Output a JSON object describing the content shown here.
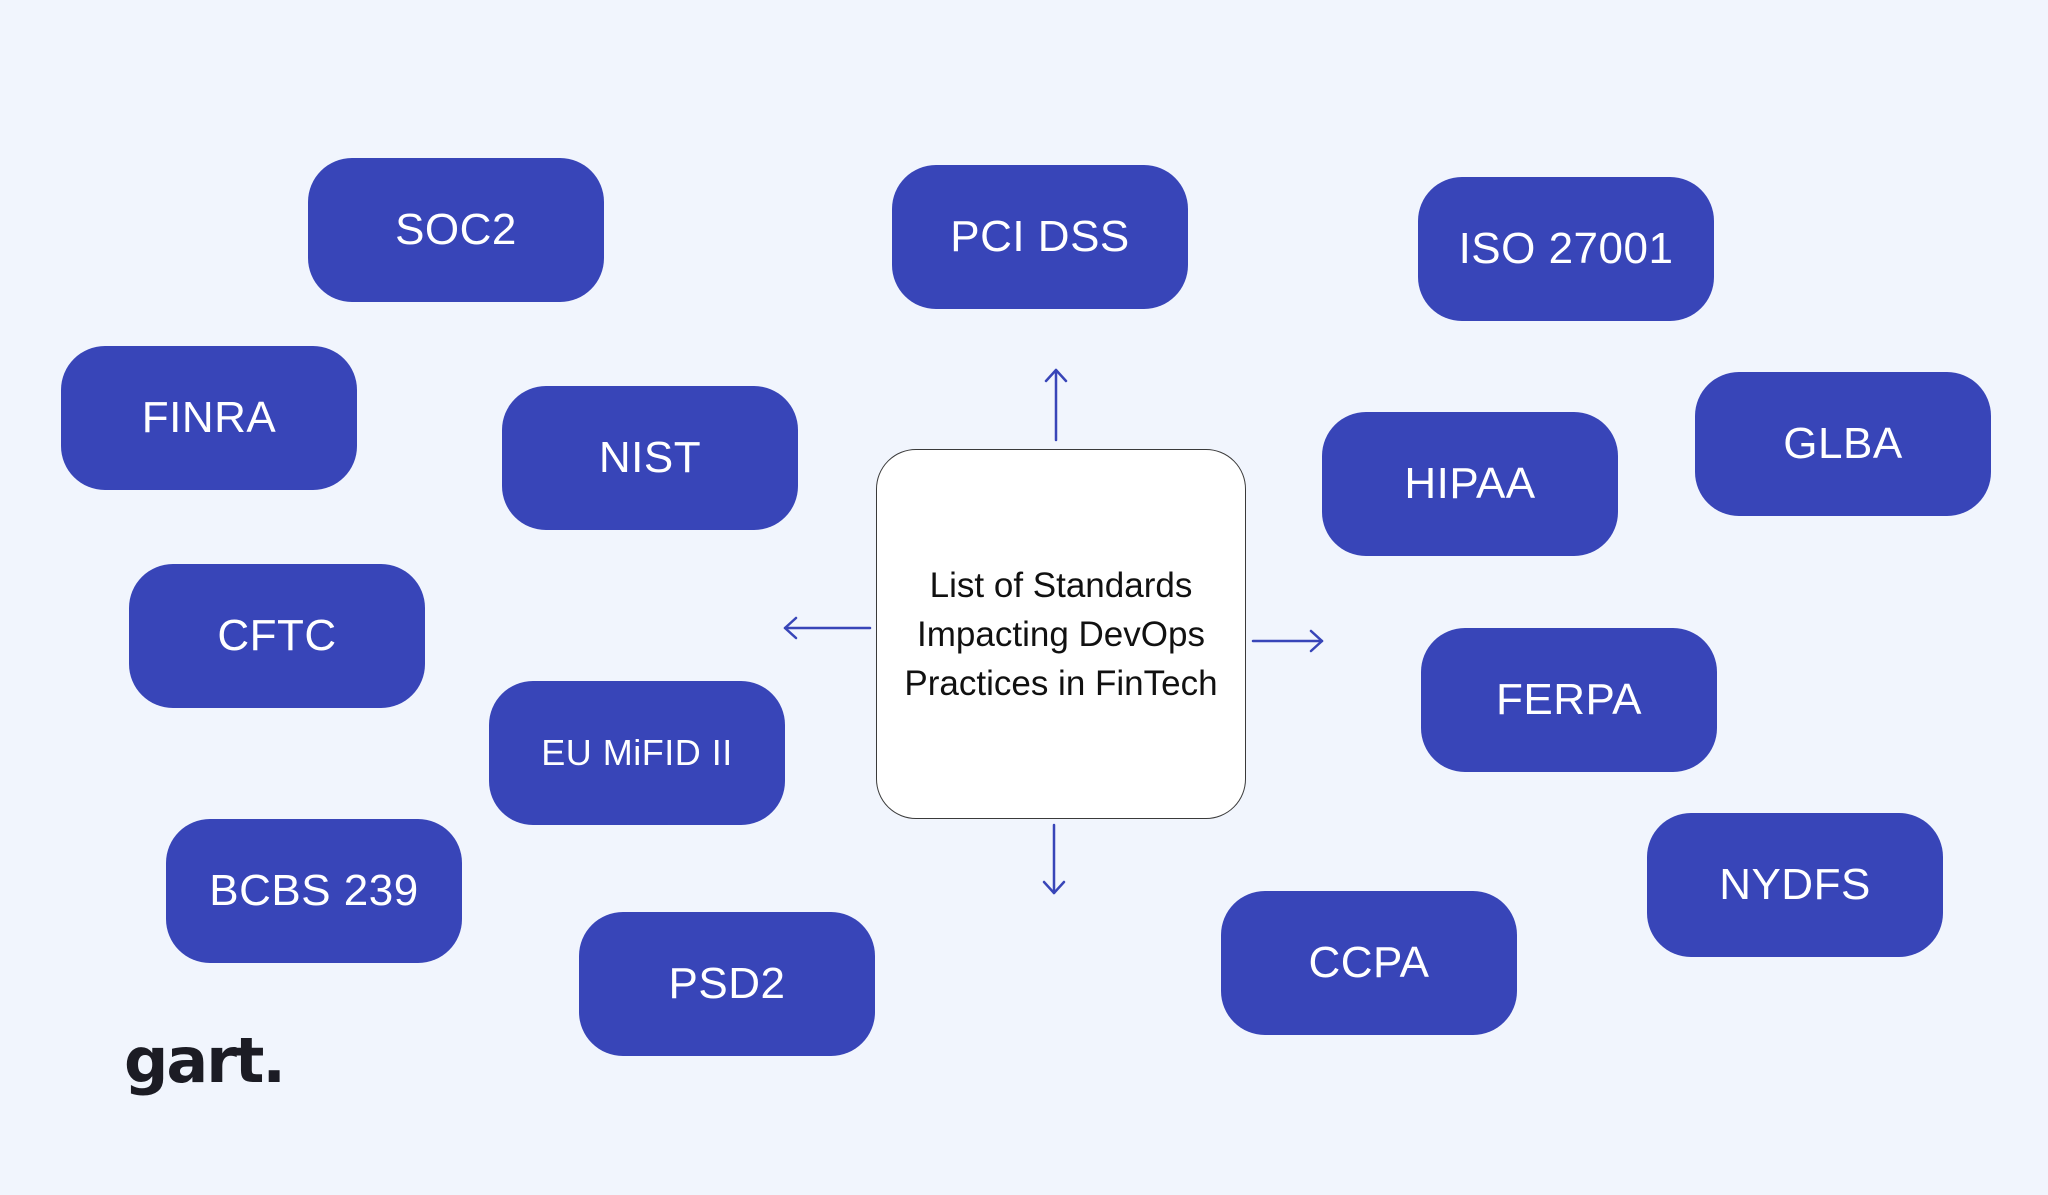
{
  "center": {
    "title": "List of Standards Impacting DevOps Practices in FinTech"
  },
  "standards": {
    "soc2": "SOC2",
    "pci_dss": "PCI DSS",
    "iso_27001": "ISO 27001",
    "finra": "FINRA",
    "nist": "NIST",
    "hipaa": "HIPAA",
    "glba": "GLBA",
    "cftc": "CFTC",
    "ferpa": "FERPA",
    "eu_mifid_ii": "EU MiFID II",
    "bcbs_239": "BCBS 239",
    "nydfs": "NYDFS",
    "psd2": "PSD2",
    "ccpa": "CCPA"
  },
  "logo": {
    "text": "gart."
  },
  "colors": {
    "background": "#f1f5fd",
    "pill": "#3845b8",
    "arrow": "#3845b8",
    "pill_text": "#ffffff"
  }
}
